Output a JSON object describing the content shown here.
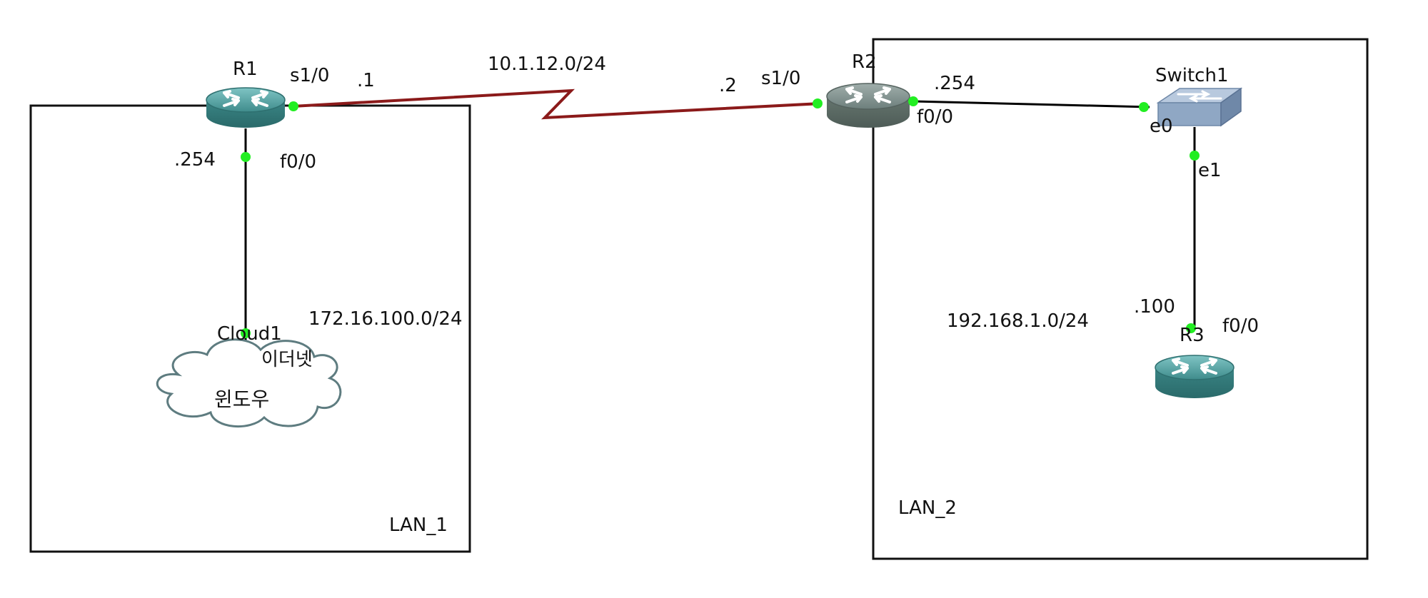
{
  "devices": {
    "r1": {
      "name": "R1"
    },
    "r2": {
      "name": "R2"
    },
    "r3": {
      "name": "R3"
    },
    "switch1": {
      "name": "Switch1"
    },
    "cloud1": {
      "name": "Cloud1",
      "inner_text": "윈도우",
      "interface": "이더넷"
    }
  },
  "areas": {
    "lan1": {
      "label": "LAN_1"
    },
    "lan2": {
      "label": "LAN_2"
    }
  },
  "interfaces": {
    "r1_s1_0": {
      "name": "s1/0",
      "ip": ".1"
    },
    "r1_f0_0": {
      "name": "f0/0",
      "ip": ".254"
    },
    "r2_s1_0": {
      "name": "s1/0",
      "ip": ".2"
    },
    "r2_f0_0": {
      "name": "f0/0",
      "ip": ".254"
    },
    "sw_e0": {
      "name": "e0"
    },
    "sw_e1": {
      "name": "e1"
    },
    "r3_f0_0": {
      "name": "f0/0",
      "ip": ".100"
    }
  },
  "networks": {
    "wan": "10.1.12.0/24",
    "lan1": "172.16.100.0/24",
    "lan2": "192.168.1.0/24"
  },
  "colors": {
    "router_teal": "#3f8c8c",
    "router_gray": "#6d7f7c",
    "switch_blue": "#8fa7c4",
    "serial_link": "#8b1a1a",
    "ethernet_link": "#000000",
    "port_dot": "#22ee22",
    "cloud_stroke": "#5e7c80"
  }
}
